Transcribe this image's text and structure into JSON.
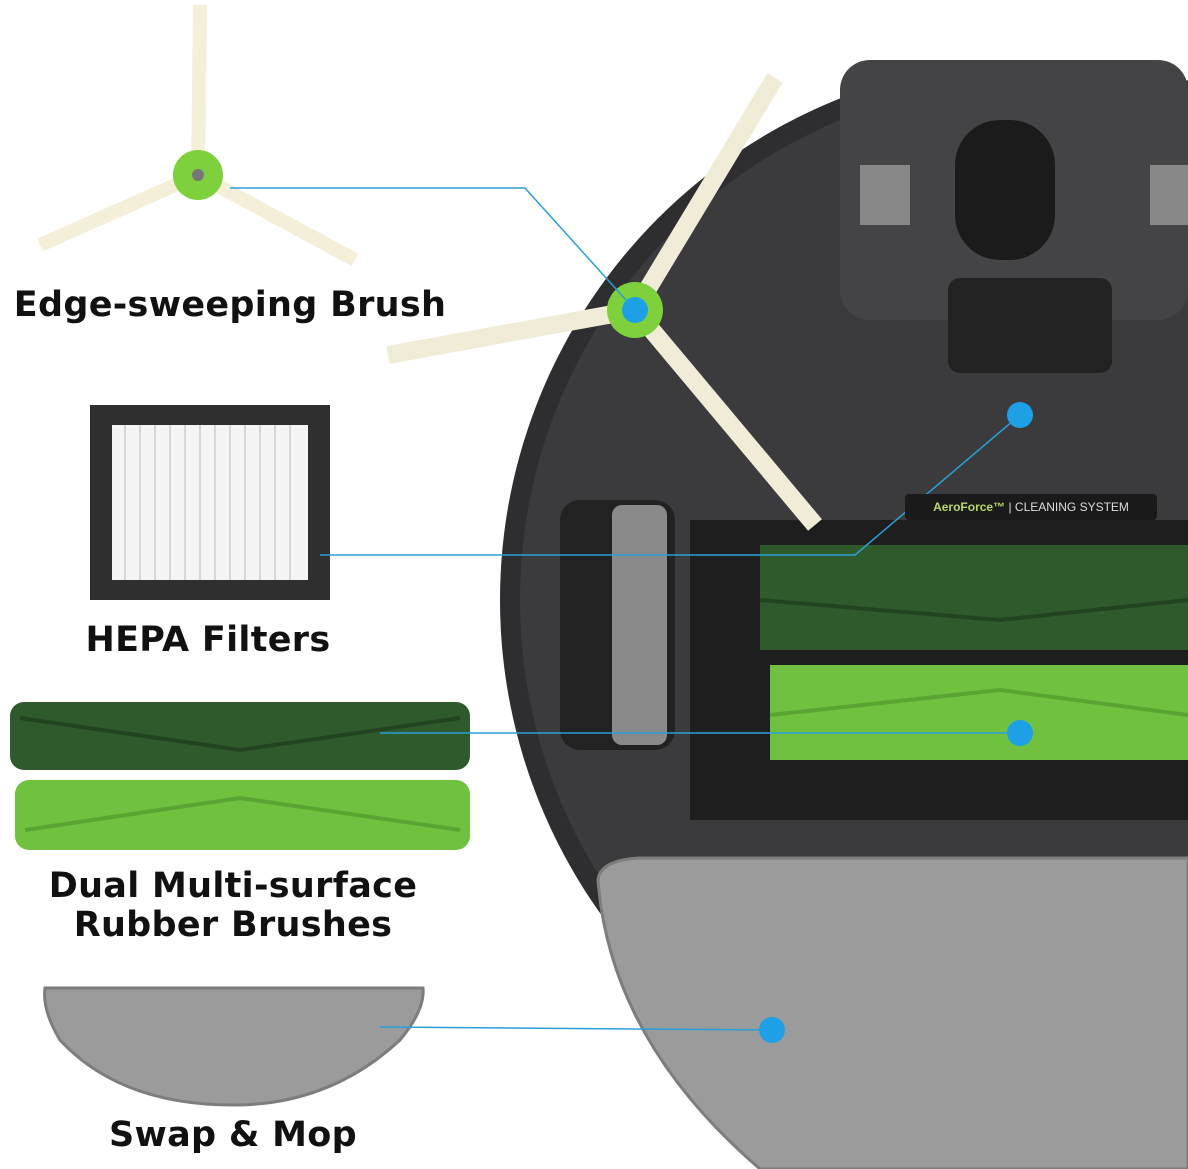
{
  "labels": {
    "edge_brush": "Edge-sweeping Brush",
    "hepa": "HEPA Filters",
    "rubber_line1": "Dual Multi-surface",
    "rubber_line2": "Rubber Brushes",
    "mop": "Swap & Mop"
  },
  "robot_badge": {
    "brand": "AeroForce™",
    "separator": "|",
    "system": "CLEANING SYSTEM"
  },
  "colors": {
    "callout": "#2a9fd8",
    "robot_body": "#3b3b3d",
    "brush_dark": "#2f5a2c",
    "brush_light": "#6fc13f",
    "mop": "#9a9a9a"
  }
}
